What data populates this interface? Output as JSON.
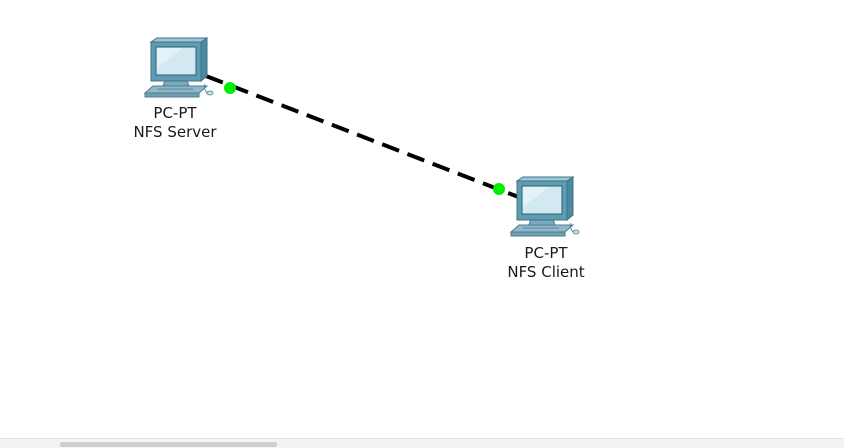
{
  "devices": [
    {
      "model": "PC-PT",
      "name": "NFS Server"
    },
    {
      "model": "PC-PT",
      "name": "NFS Client"
    }
  ],
  "link": {
    "type": "copper-crossover",
    "status": "up",
    "status_color": "#00ee00",
    "cable_color": "#000000"
  },
  "colors": {
    "monitor_frame": "#5e9cb3",
    "monitor_screen": "#d3e9f1",
    "background": "#ffffff"
  },
  "icons": {
    "device": "pc-icon"
  }
}
